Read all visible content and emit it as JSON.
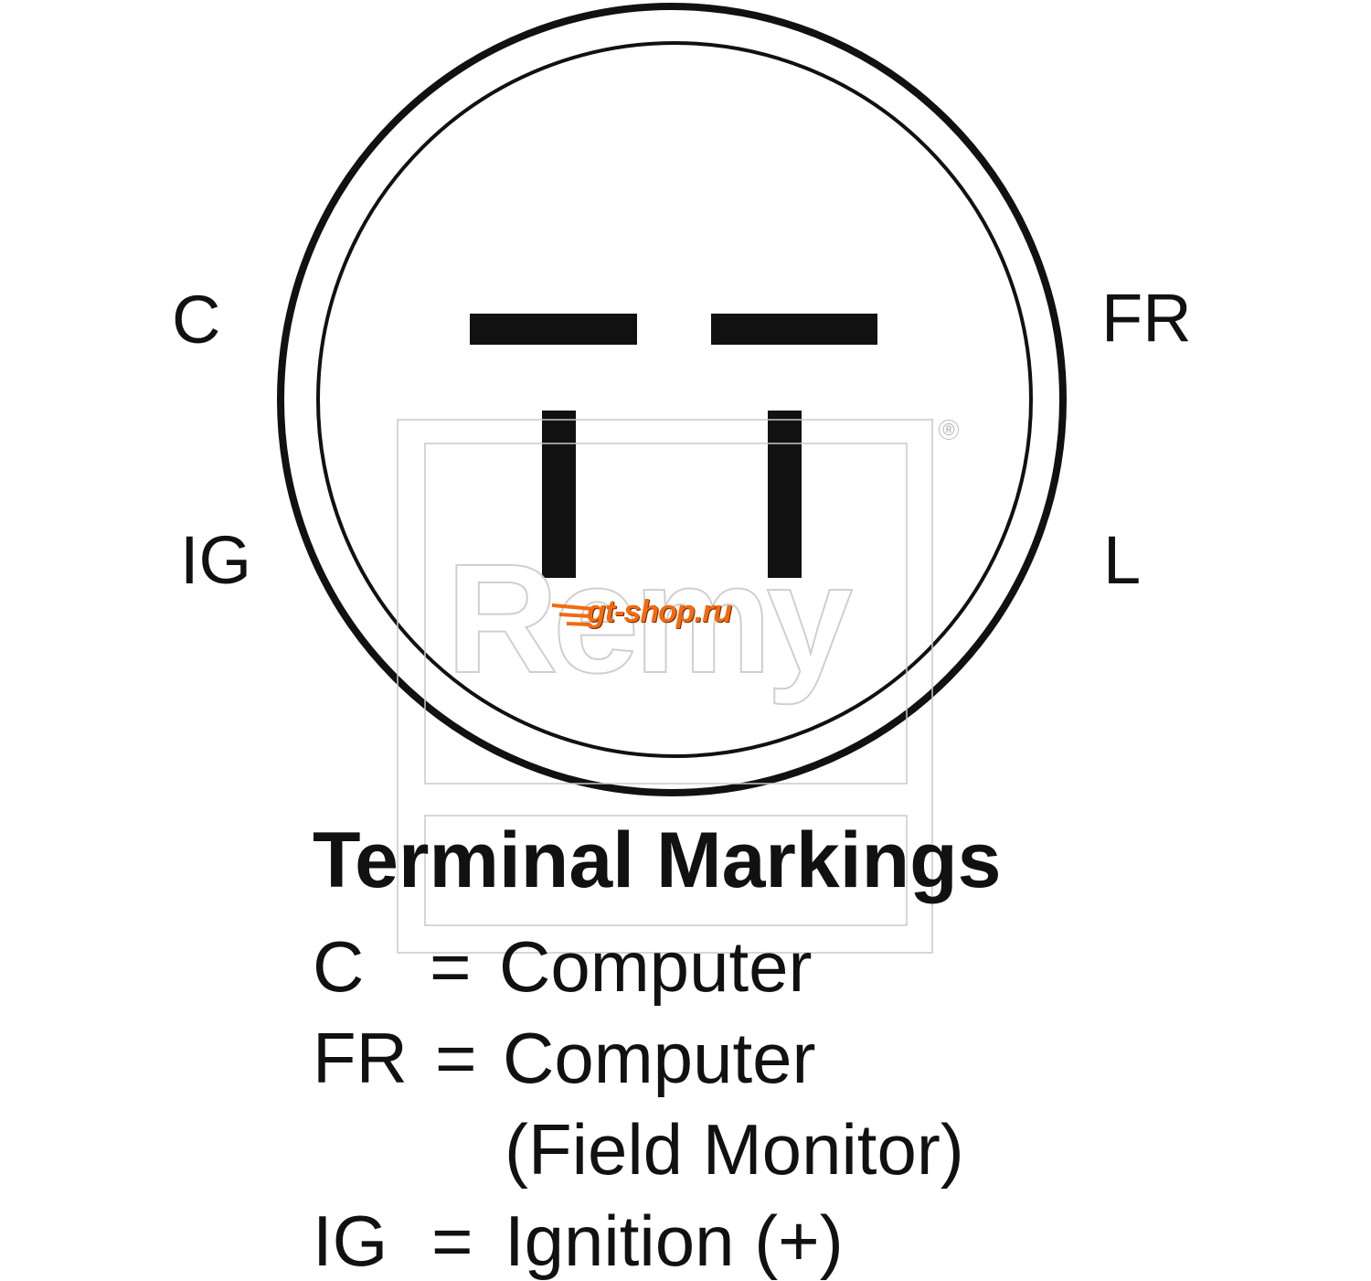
{
  "terminals": {
    "c": "C",
    "fr": "FR",
    "ig": "IG",
    "l": "L"
  },
  "legend": {
    "title": "Terminal Markings",
    "rows": [
      {
        "code": "C",
        "equals": "=",
        "description": "Computer"
      },
      {
        "code": "FR",
        "equals": "=",
        "description": "Computer"
      },
      {
        "code": "",
        "equals": "",
        "description": "(Field Monitor)"
      },
      {
        "code": "IG",
        "equals": "=",
        "description": "Ignition (+)"
      }
    ]
  },
  "watermark": {
    "brand": "Remy",
    "registered": "®",
    "shop": "gt-shop.ru"
  },
  "colors": {
    "ink": "#111111",
    "watermark_gray": "#c8c8c8",
    "shop_orange": "#f26a10"
  }
}
